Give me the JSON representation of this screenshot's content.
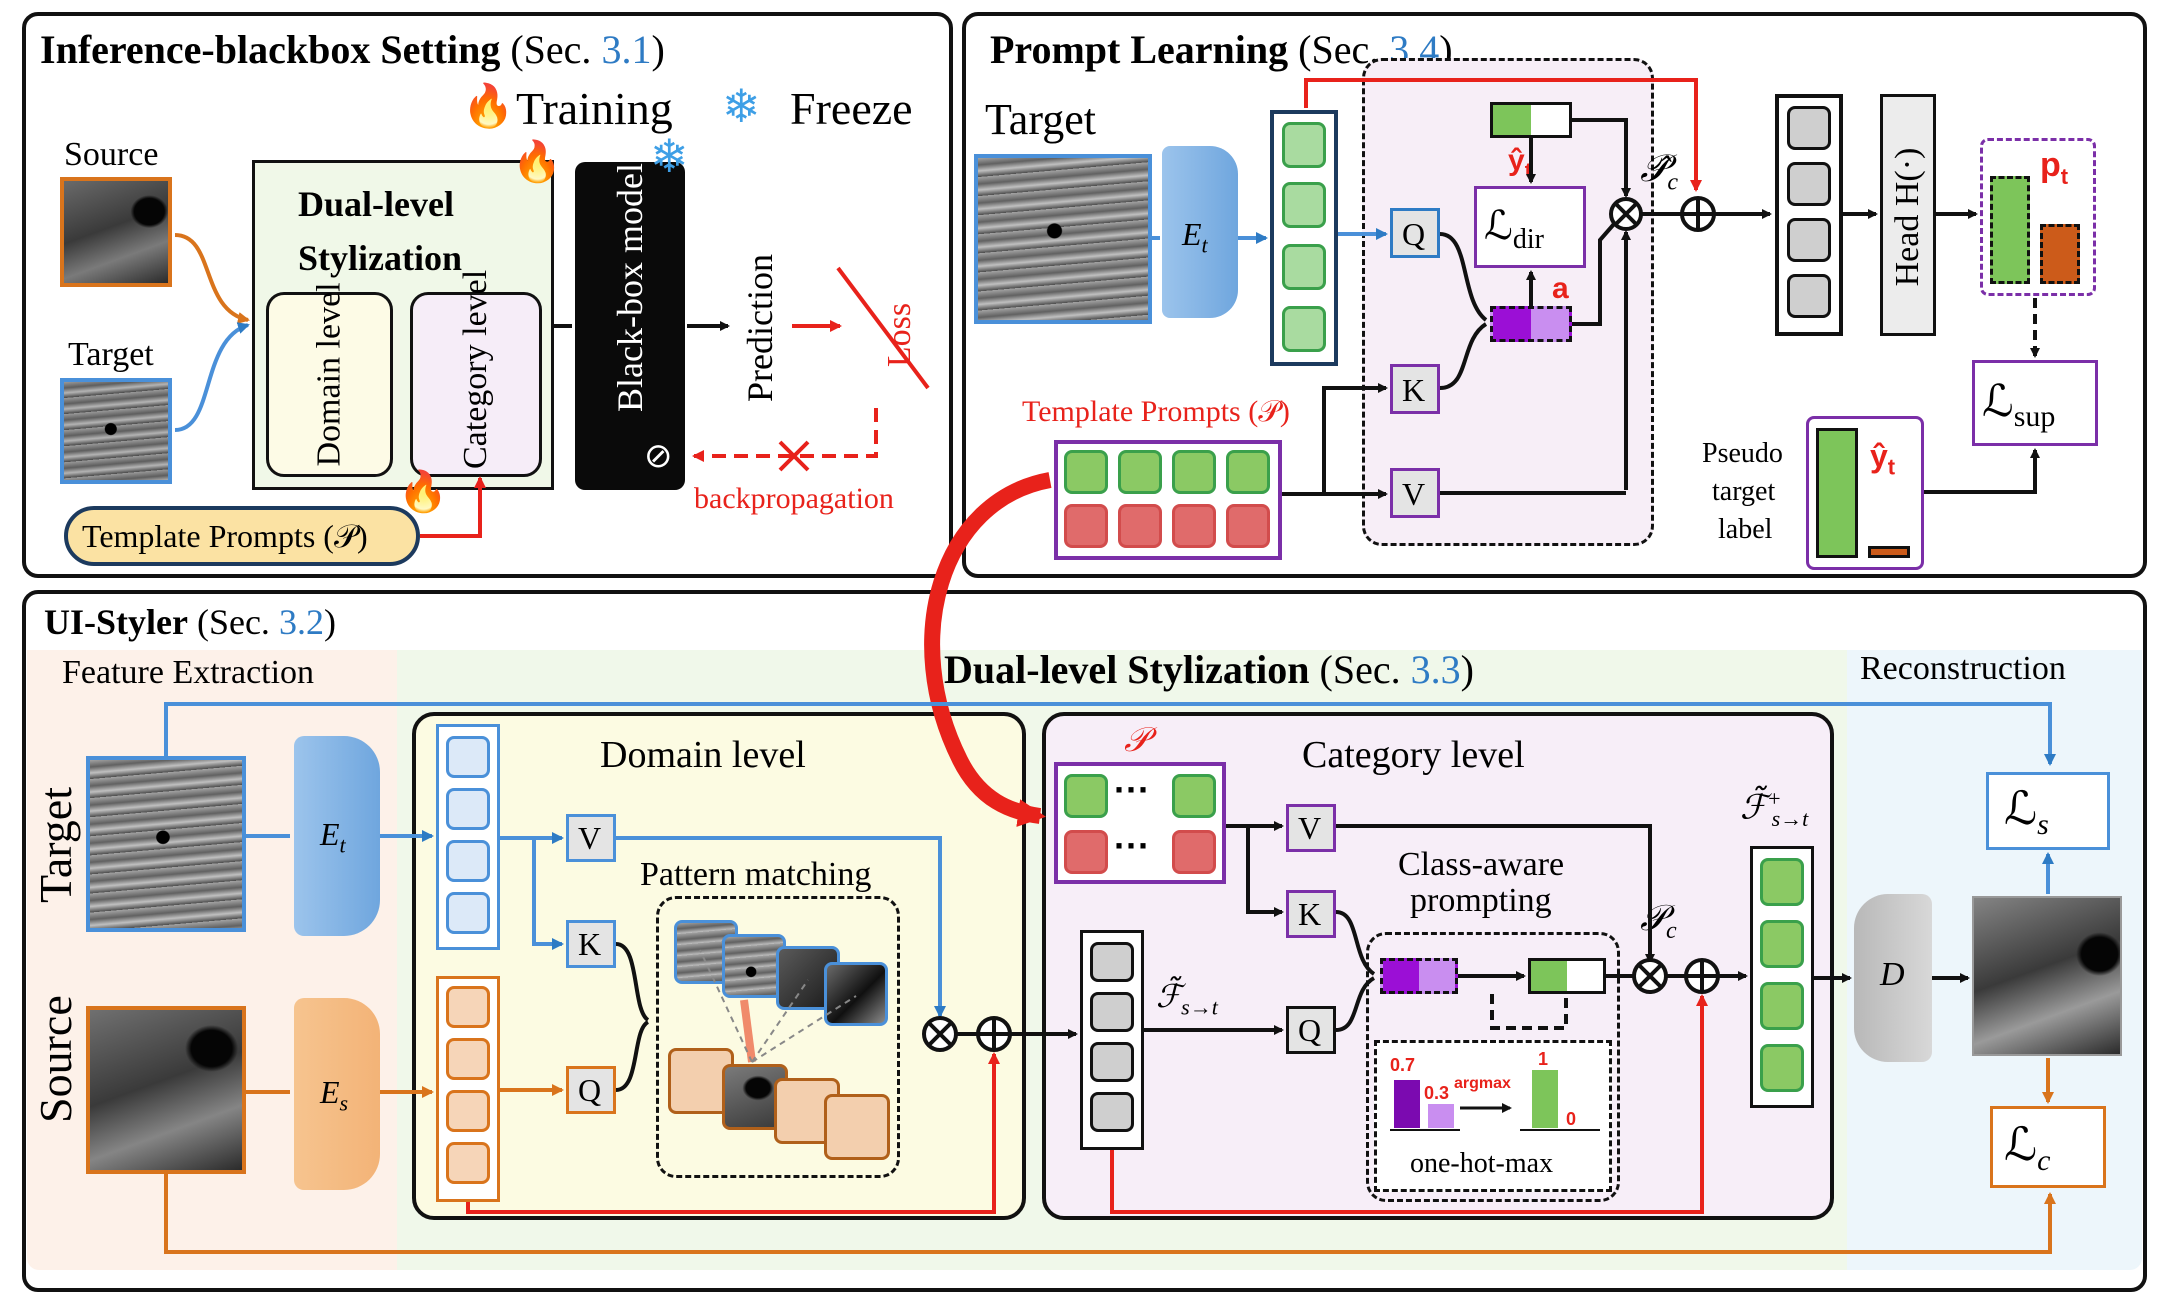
{
  "top_left": {
    "title_bold": "Inference-blackbox Setting",
    "title_sec_prefix": "(Sec.",
    "title_sec_num": "3.1",
    "title_sec_suffix": ")",
    "training_label": "Training",
    "freeze_label": "Freeze",
    "source_label": "Source",
    "target_label": "Target",
    "dual_title_line1": "Dual-level",
    "dual_title_line2": "Stylization",
    "domain_level": "Domain level",
    "category_level": "Category level",
    "blackbox": "Black-box model",
    "prediction": "Prediction",
    "loss": "Loss",
    "backprop": "backpropagation",
    "template_prompts": "Template Prompts (𝒫)"
  },
  "top_right": {
    "title_bold": "Prompt Learning",
    "title_sec_prefix": "(Sec.",
    "title_sec_num": "3.4",
    "title_sec_suffix": ")",
    "target_label": "Target",
    "encoder": "E",
    "encoder_sub": "t",
    "q": "Q",
    "k": "K",
    "v": "V",
    "l_dir": "ℒ",
    "l_dir_sub": "dir",
    "y_hat": "ŷ",
    "y_hat_sub": "t",
    "a_label": "a",
    "p_hat_c": "𝒫̂",
    "p_hat_c_sub": "c",
    "head": "Head H(·)",
    "p_t": "p",
    "p_t_sub": "t",
    "l_sup": "ℒ",
    "l_sup_sub": "sup",
    "template_prompts": "Template Prompts (𝒫)",
    "pseudo_line1": "Pseudo",
    "pseudo_line2": "target",
    "pseudo_line3": "label"
  },
  "bottom": {
    "title_bold": "UI-Styler",
    "title_sec_prefix": "(Sec.",
    "title_sec_num": "3.2",
    "title_sec_suffix": ")",
    "feature_extraction": "Feature Extraction",
    "dual_title_bold": "Dual-level Stylization",
    "dual_sec_prefix": "(Sec.",
    "dual_sec_num": "3.3",
    "dual_sec_suffix": ")",
    "reconstruction": "Reconstruction",
    "target_side": "Target",
    "source_side": "Source",
    "enc_t": "E",
    "enc_t_sub": "t",
    "enc_s": "E",
    "enc_s_sub": "s",
    "domain_level": "Domain level",
    "pattern_matching": "Pattern matching",
    "v": "V",
    "k": "K",
    "q": "Q",
    "category_level": "Category level",
    "p_symbol": "𝒫",
    "class_aware_line1": "Class-aware",
    "class_aware_line2": "prompting",
    "f_st": "ℱ̃",
    "f_st_sub": "s→t",
    "f_st_plus": "ℱ̃",
    "f_st_plus_sup": "+",
    "f_st_plus_sub": "s→t",
    "p_c": "𝒫",
    "p_c_sub": "c",
    "val_07": "0.7",
    "val_03": "0.3",
    "argmax": "argmax",
    "val_1": "1",
    "val_0": "0",
    "one_hot_max": "one-hot-max",
    "decoder": "D",
    "l_s": "ℒ",
    "l_s_sub": "s",
    "l_c": "ℒ",
    "l_c_sub": "c"
  },
  "colors": {
    "blue": "#2e7bc4",
    "orange": "#d9741c",
    "red": "#e8221b",
    "green": "#7dc55a",
    "pink": "#e06b6b",
    "purple": "#7b2fa8",
    "violet": "#9b0fd6"
  }
}
